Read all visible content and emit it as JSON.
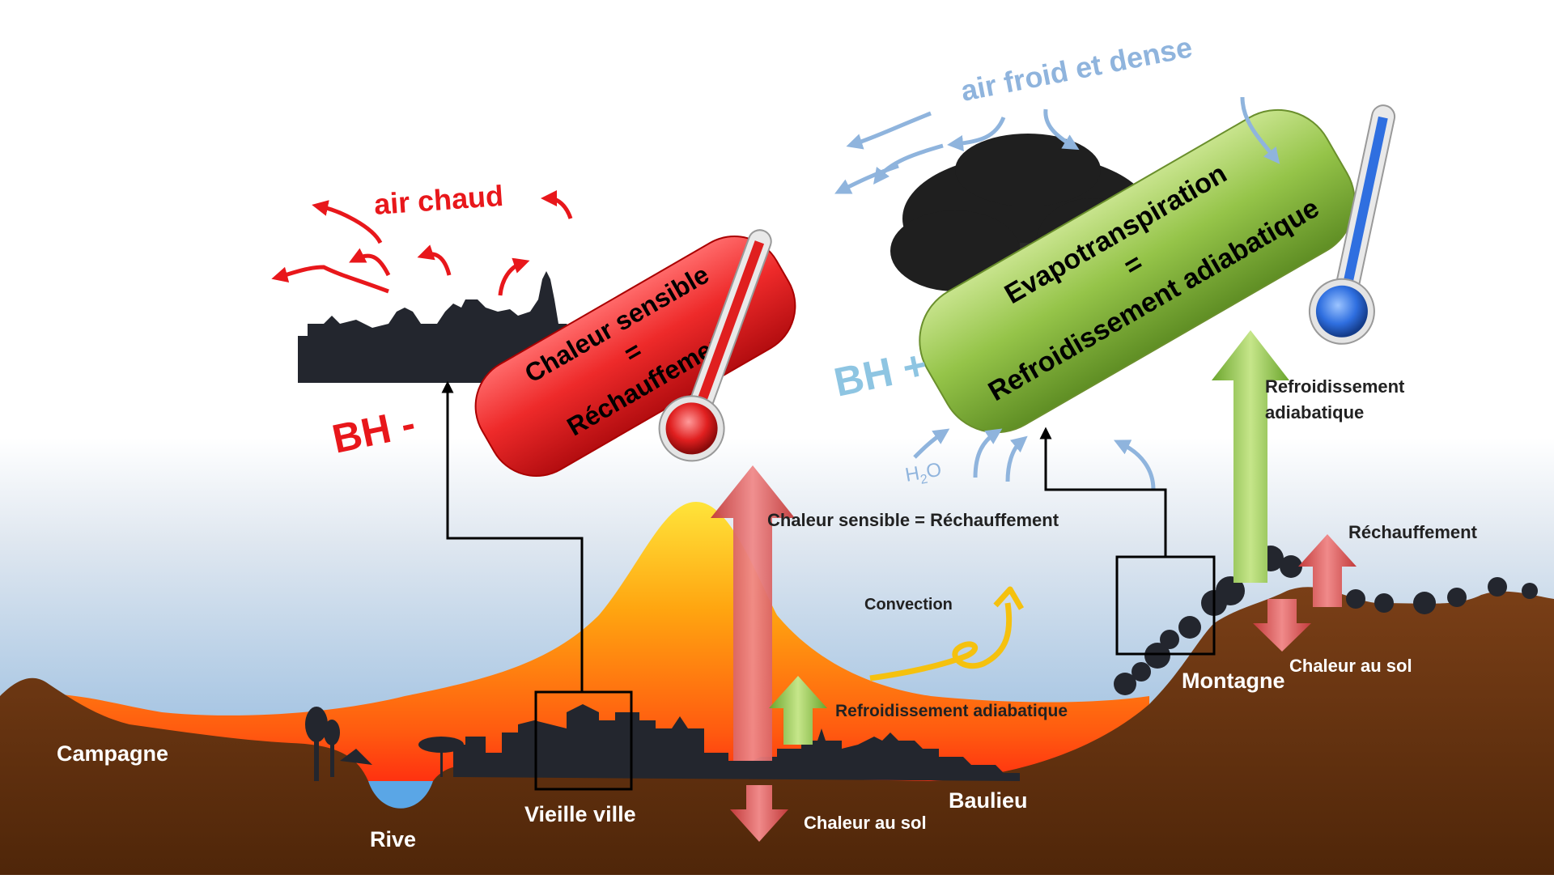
{
  "labels": {
    "air_chaud": "air chaud",
    "air_froid": "air froid et dense",
    "bh_minus": "BH -",
    "bh_plus": "BH +",
    "chaleur_sensible_line1": "Chaleur sensible",
    "chaleur_sensible_eq": "=",
    "chaleur_sensible_line2": "Réchauffement",
    "evapo_line1": "Evapotranspiration",
    "evapo_eq": "=",
    "evapo_line2": "Refroidissement adiabatique",
    "h2o_main": "H",
    "h2o_sub": "2",
    "h2o_tail": "O",
    "chaleur_sensible_rechauffement": "Chaleur sensible = Réchauffement",
    "convection": "Convection",
    "refroidissement_adiabatique": "Refroidissement adiabatique",
    "refroidissement_line1": "Refroidissement",
    "refroidissement_line2": "adiabatique",
    "rechauffement": "Réchauffement",
    "chaleur_au_sol_right": "Chaleur au sol",
    "chaleur_au_sol_bottom": "Chaleur au sol",
    "montagne": "Montagne",
    "campagne": "Campagne",
    "rive": "Rive",
    "vieille_ville": "Vieille ville",
    "baulieu": "Baulieu"
  },
  "colors": {
    "hot_red": "#e8171b",
    "cold_blue": "#8fb4dd",
    "bh_plus_blue": "#8ec5e2",
    "ground_brown": "#6b3512",
    "silhouette": "#23262e",
    "green_pill": "#8cbf3a"
  }
}
